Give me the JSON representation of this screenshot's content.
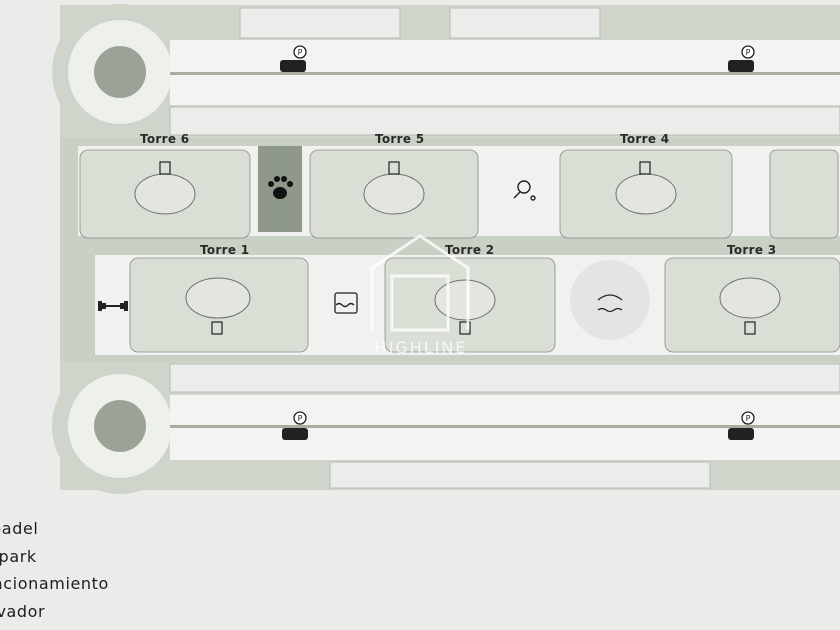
{
  "towers": [
    {
      "id": "t6",
      "label": "Torre 6"
    },
    {
      "id": "t5",
      "label": "Torre 5"
    },
    {
      "id": "t4",
      "label": "Torre 4"
    },
    {
      "id": "t1",
      "label": "Torre 1"
    },
    {
      "id": "t2",
      "label": "Torre 2"
    },
    {
      "id": "t3",
      "label": "Torre 3"
    }
  ],
  "watermark": "HIGHLINE",
  "legend": [
    {
      "label": "ipadel",
      "icon": "padel-icon"
    },
    {
      "label": "t park",
      "icon": "pet-park-icon"
    },
    {
      "label": "tacionamiento",
      "icon": "parking-icon"
    },
    {
      "label": "evador",
      "icon": "elevator-icon"
    }
  ],
  "colors": {
    "background": "#ebebea",
    "sage": "#c9d0c4",
    "sage_dark": "#9aa396",
    "road": "#f4f4f2",
    "line": "#8e8e8e"
  }
}
